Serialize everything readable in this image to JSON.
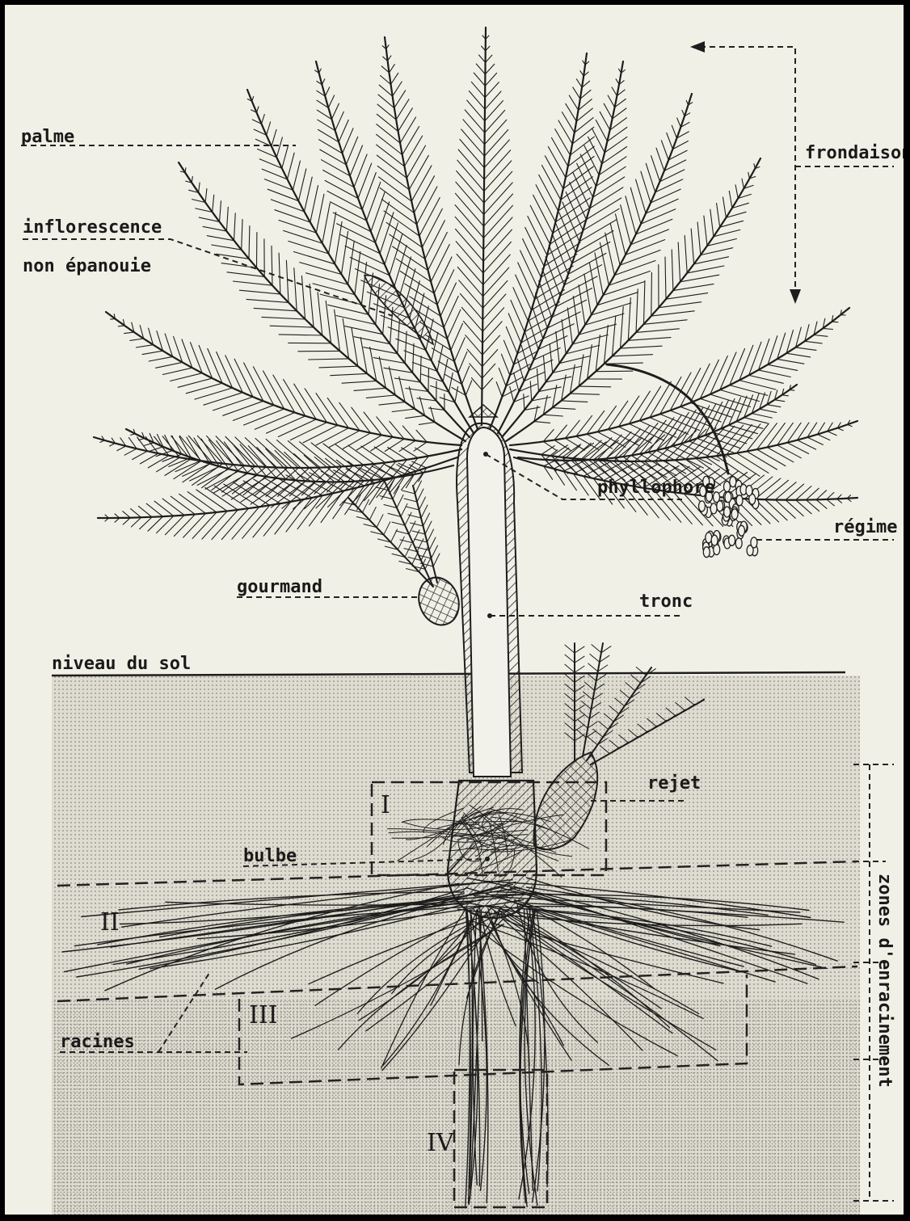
{
  "labels": {
    "palme": "palme",
    "inflorescence_1": "inflorescence",
    "inflorescence_2": "non épanouie",
    "frondaison": "frondaison",
    "phyllophore": "phyllophore",
    "regime": "régime",
    "gourmand": "gourmand",
    "tronc": "tronc",
    "rejet": "rejet",
    "niveau_du_sol": "niveau du sol",
    "bulbe": "bulbe",
    "racines": "racines",
    "zones": "zones d'enracinement"
  },
  "zones": [
    "I",
    "II",
    "III",
    "IV"
  ],
  "colors": {
    "paper": "#f1f0e6",
    "ink": "#1d1d1d",
    "soil_upper": "#dedcd0",
    "soil_lower": "#cfcdc1",
    "border": "#000000"
  }
}
